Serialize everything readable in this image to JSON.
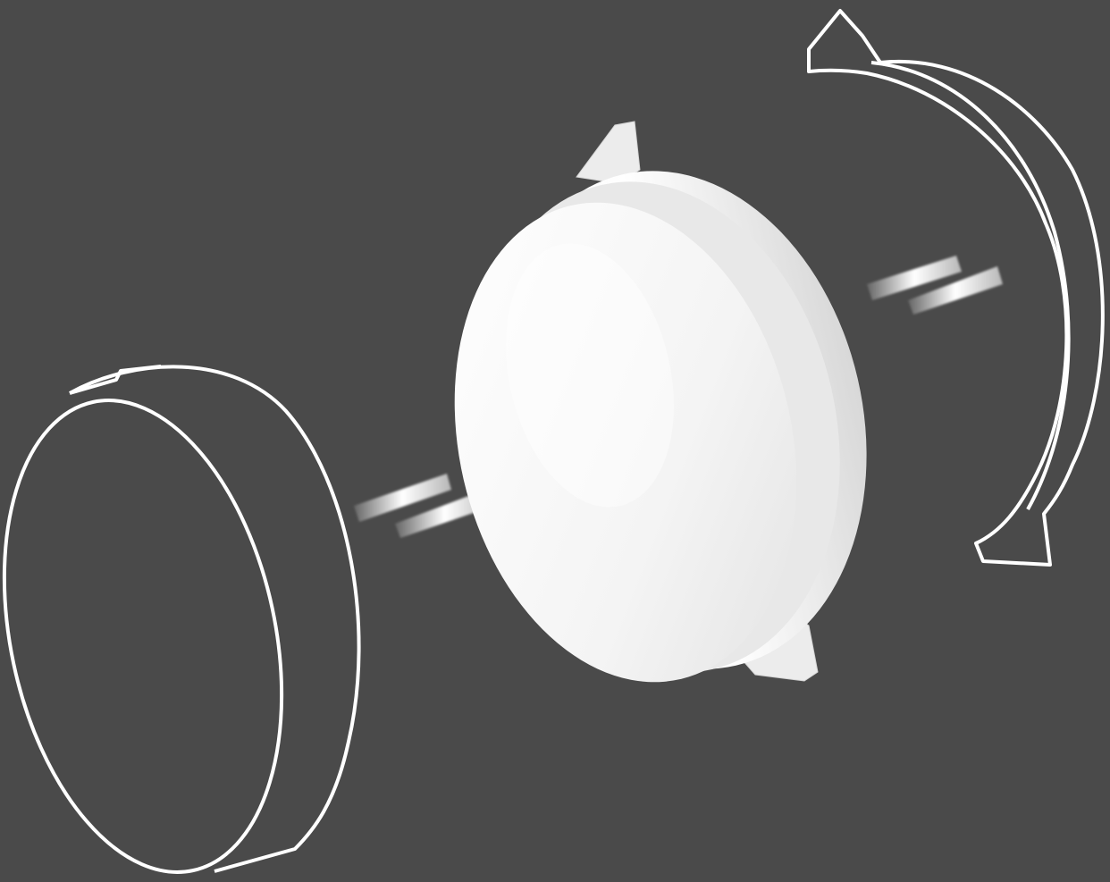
{
  "diagram": {
    "kind": "exploded-assembly",
    "colors": {
      "background": "#4a4a4a",
      "outline": "#ffffff",
      "part_fill": "#f3f3f3",
      "part_shade": "#dcdcdc",
      "motion_mark": "#ffffff"
    },
    "parts": [
      {
        "id": "front-cover",
        "style": "outline"
      },
      {
        "id": "center-housing",
        "style": "solid"
      },
      {
        "id": "mounting-ring",
        "style": "outline"
      }
    ],
    "motion_indicators": [
      {
        "between": [
          "front-cover",
          "center-housing"
        ],
        "icon": "motion-lines-icon"
      },
      {
        "between": [
          "center-housing",
          "mounting-ring"
        ],
        "icon": "motion-lines-icon"
      }
    ]
  }
}
